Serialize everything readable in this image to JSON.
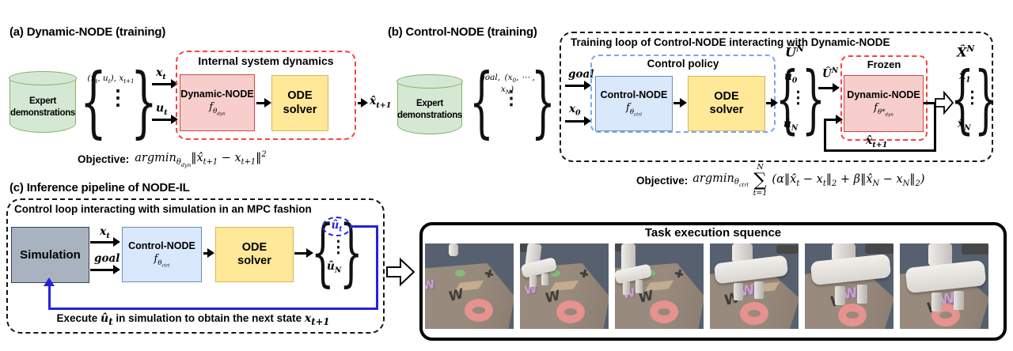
{
  "panel_a": {
    "title": "(a) Dynamic-NODE (training)",
    "cylinder_label_html": "Expert<br>demonstrations",
    "sample_html": "(x<sub>t</sub>, u<sub>t</sub>), x<sub>t+1</sub>",
    "input1_html": "x<sub>t</sub>",
    "input2_html": "u<sub>t</sub>",
    "dashed_box_title": "Internal system dynamics",
    "node_line1": "Dynamic-NODE",
    "node_line2_html": "f<sub>θ<sub>dyn</sub></sub>",
    "ode_line1": "ODE",
    "ode_line2": "solver",
    "output_html": "x̂<sub>t+1</sub>",
    "objective_label": "Objective:",
    "objective_html": "argmin<sub>θ<sub>dyn</sub></sub>‖x̂<sub>t+1</sub> − x<sub>t+1</sub>‖<sup>2</sup>"
  },
  "panel_b": {
    "title": "(b) Control-NODE (training)",
    "cylinder_label_html": "Expert<br>demonstrations",
    "sample_html": "goal,&#8201; (x<sub>0</sub>, ⋯ , x<sub>N</sub>)",
    "loop_box_title": "Training loop of Control-NODE interacting with Dynamic-NODE",
    "input1_html": "goal",
    "input2_html": "x<sub>0</sub>",
    "policy_box_title": "Control policy",
    "ctrl_line1": "Control-NODE",
    "ctrl_line2_html": "f<sub>θ<sub>ctrl</sub></sub>",
    "ode_line1": "ODE",
    "ode_line2": "solver",
    "u_set_html": "Û<sup>N</sup>",
    "u_first_html": "û<sub>0</sub>",
    "u_last_html": "û<sub>N</sub>",
    "frozen_box_title": "Frozen",
    "dyn_line1": "Dynamic-NODE",
    "dyn_line2_html": "f<sub>θ*<sub>dyn</sub></sub>",
    "feedback_html": "x̂<sub>t+1</sub>",
    "x_set_html": "X̂<sup>N</sup>",
    "x_first_html": "x̂<sub>1</sub>",
    "x_last_html": "x̂<sub>N</sub>",
    "objective_label": "Objective:",
    "objective_pre_html": "argmin<sub>θ<sub>ctrl</sub></sub>",
    "sum_top": "N",
    "sum_symbol": "∑",
    "sum_bottom": "t=1",
    "objective_post_html": "(α‖x̂<sub>t</sub> − x<sub>t</sub>‖<sub>2</sub> + β‖x̂<sub>N</sub> − x<sub>N</sub>‖<sub>2</sub>)"
  },
  "panel_c": {
    "title": "(c) Inference pipeline of NODE-IL",
    "loop_box_title": "Control loop interacting with simulation in an MPC fashion",
    "sim_label": "Simulation",
    "input1_html": "x<sub>t</sub>",
    "input2_html": "goal",
    "ctrl_line1": "Control-NODE",
    "ctrl_line2_html": "f<sub>θ<sub>ctrl</sub></sub>",
    "ode_line1": "ODE",
    "ode_line2": "solver",
    "u_t_html": "û<sub>t</sub>",
    "u_last_html": "û<sub>N</sub>",
    "execute_html": "Execute <span class=\"mi\">û<sub>t</sub></span> in simulation to obtain the next state <span class=\"mi\">x<sub>t+1</sub></span>"
  },
  "task_panel": {
    "title": "Task execution squence",
    "object_glyph": "W",
    "frame_count": "6"
  },
  "colors": {
    "cylinder_fill": "#d5e8d4",
    "cylinder_stroke": "#82b366",
    "node_fill": "#f8cecc",
    "node_stroke": "#cc4840",
    "red_dash": "#f4433a",
    "ode_fill": "#ffe897",
    "ode_stroke": "#d6b656",
    "ctrl_fill": "#dae8fc",
    "ctrl_stroke": "#6c8ebf",
    "blue_dash": "#77a7f5",
    "sim_fill": "#a9b3bf",
    "loop_blue": "#2323dd",
    "sim_bg": "#57606f",
    "table": "#988a7c",
    "donut": "#e6928e",
    "object_purple": "#c7a3cc"
  }
}
